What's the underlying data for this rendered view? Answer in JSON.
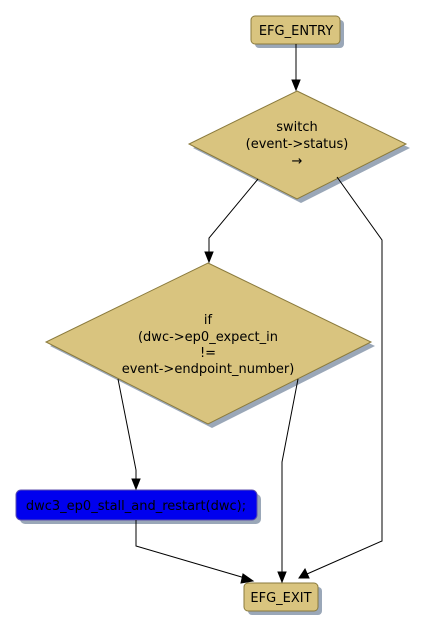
{
  "diagram": {
    "entry_label": "EFG_ENTRY",
    "exit_label": "EFG_EXIT",
    "switch_lines": [
      "switch",
      "(event->status)",
      "→"
    ],
    "if_lines": [
      "if",
      "(dwc->ep0_expect_in",
      "!=",
      "event->endpoint_number)"
    ],
    "call_label": "dwc3_ep0_stall_and_restart(dwc);"
  },
  "colors": {
    "node_fill": "#d9c47f",
    "node_border": "#8a7a3c",
    "call_fill": "#0000ee",
    "call_border": "#5c4fae",
    "shadow": "#9aa7b8",
    "edge": "#000000"
  }
}
